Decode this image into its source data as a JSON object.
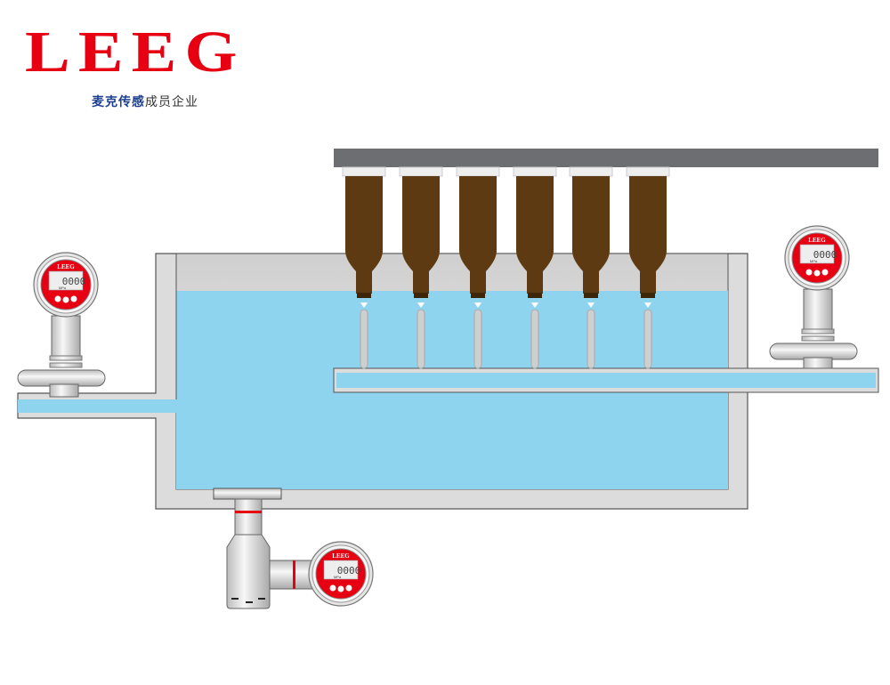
{
  "logo": {
    "brand": "LEEG",
    "tagline_strong": "麦克传感",
    "tagline": "成员企业"
  },
  "gauge": {
    "brand": "LEEG",
    "reading": "0000",
    "unit": "MPa"
  },
  "colors": {
    "brand_red": "#e60012",
    "water": "#8fd4ef",
    "bottle": "#5e3a12",
    "wall": "#dcdcdc",
    "bar": "#6d6e71"
  }
}
